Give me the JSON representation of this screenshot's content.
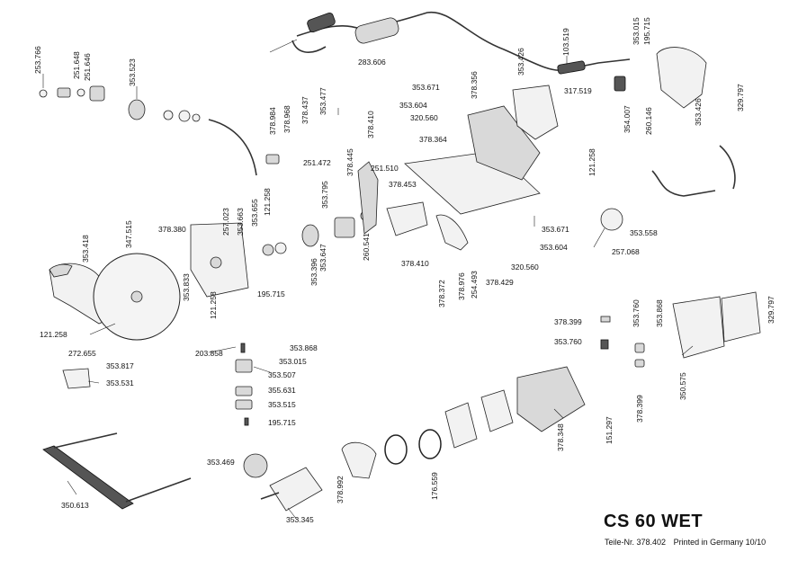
{
  "title": "CS 60 WET",
  "footer": {
    "part_number": "Teile-Nr. 378.402",
    "printed": "Printed in Germany 10/10"
  },
  "part_labels": [
    "253.766",
    "251.648",
    "251.646",
    "353.523",
    "283.606",
    "103.519",
    "353.015",
    "195.715",
    "353.426",
    "378.356",
    "353.671",
    "353.604",
    "320.560",
    "378.410",
    "378.984",
    "378.968",
    "378.437",
    "353.477",
    "251.472",
    "378.445",
    "251.510",
    "378.364",
    "378.453",
    "317.519",
    "354.007",
    "260.146",
    "353.426",
    "329.797",
    "121.258",
    "353.558",
    "257.068",
    "353.671",
    "353.604",
    "320.560",
    "378.380",
    "257.023",
    "353.663",
    "353.655",
    "121.258",
    "353.795",
    "353.418",
    "347.515",
    "353.833",
    "121.258",
    "195.715",
    "353.396",
    "353.647",
    "260.541",
    "378.410",
    "378.372",
    "378.976",
    "254.493",
    "378.429",
    "121.258",
    "272.655",
    "353.817",
    "353.531",
    "203.858",
    "353.868",
    "353.015",
    "353.507",
    "355.631",
    "353.515",
    "195.715",
    "378.399",
    "353.760",
    "353.868",
    "353.760",
    "378.399",
    "151.297",
    "378.348",
    "350.575",
    "329.797",
    "353.469",
    "353.345",
    "378.992",
    "176.559",
    "350.613"
  ]
}
